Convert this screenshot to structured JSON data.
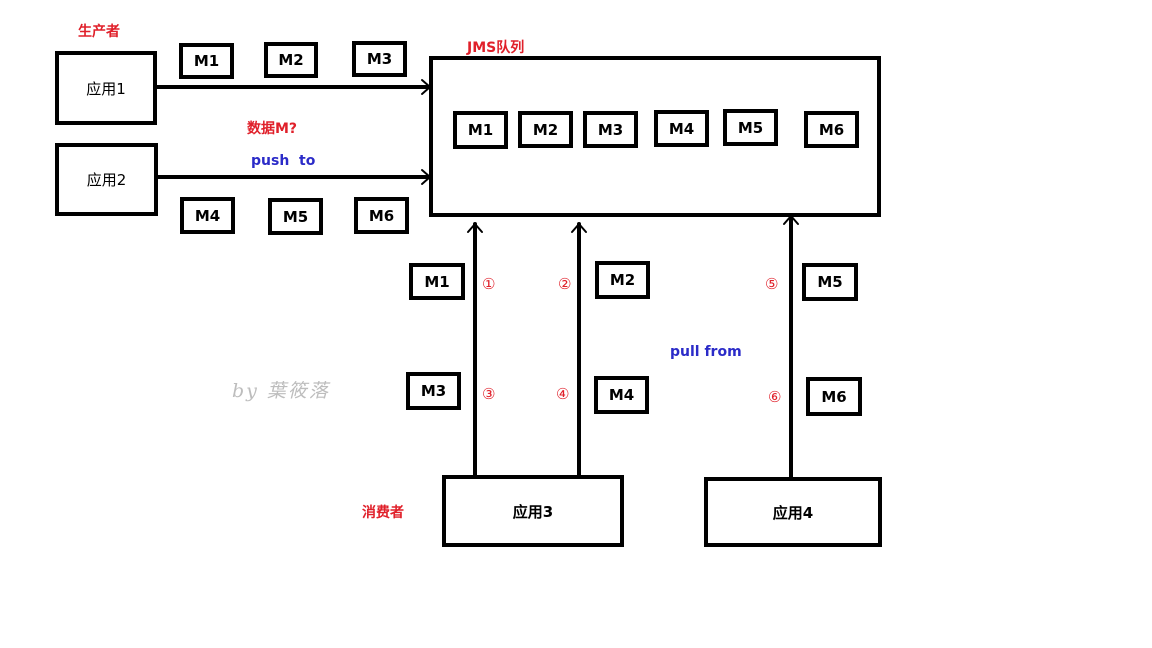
{
  "producer_label": "生产者",
  "consumer_label": "消费者",
  "queue_label": "JMS队列",
  "data_label": "数据M?",
  "push_label": "push  to",
  "pull_label": "pull from",
  "watermark": "by 葉筱落",
  "apps": {
    "app1": "应用1",
    "app2": "应用2",
    "app3": "应用3",
    "app4": "应用4"
  },
  "producer_msgs_1": [
    "M1",
    "M2",
    "M3"
  ],
  "producer_msgs_2": [
    "M4",
    "M5",
    "M6"
  ],
  "queue_msgs": [
    "M1",
    "M2",
    "M3",
    "M4",
    "M5",
    "M6"
  ],
  "pulls": [
    {
      "step": "①",
      "msg": "M1"
    },
    {
      "step": "②",
      "msg": "M2"
    },
    {
      "step": "③",
      "msg": "M3"
    },
    {
      "step": "④",
      "msg": "M4"
    },
    {
      "step": "⑤",
      "msg": "M5"
    },
    {
      "step": "⑥",
      "msg": "M6"
    }
  ],
  "colors": {
    "red": "#e0202a",
    "blue": "#2b2bc8",
    "line": "#000000"
  }
}
